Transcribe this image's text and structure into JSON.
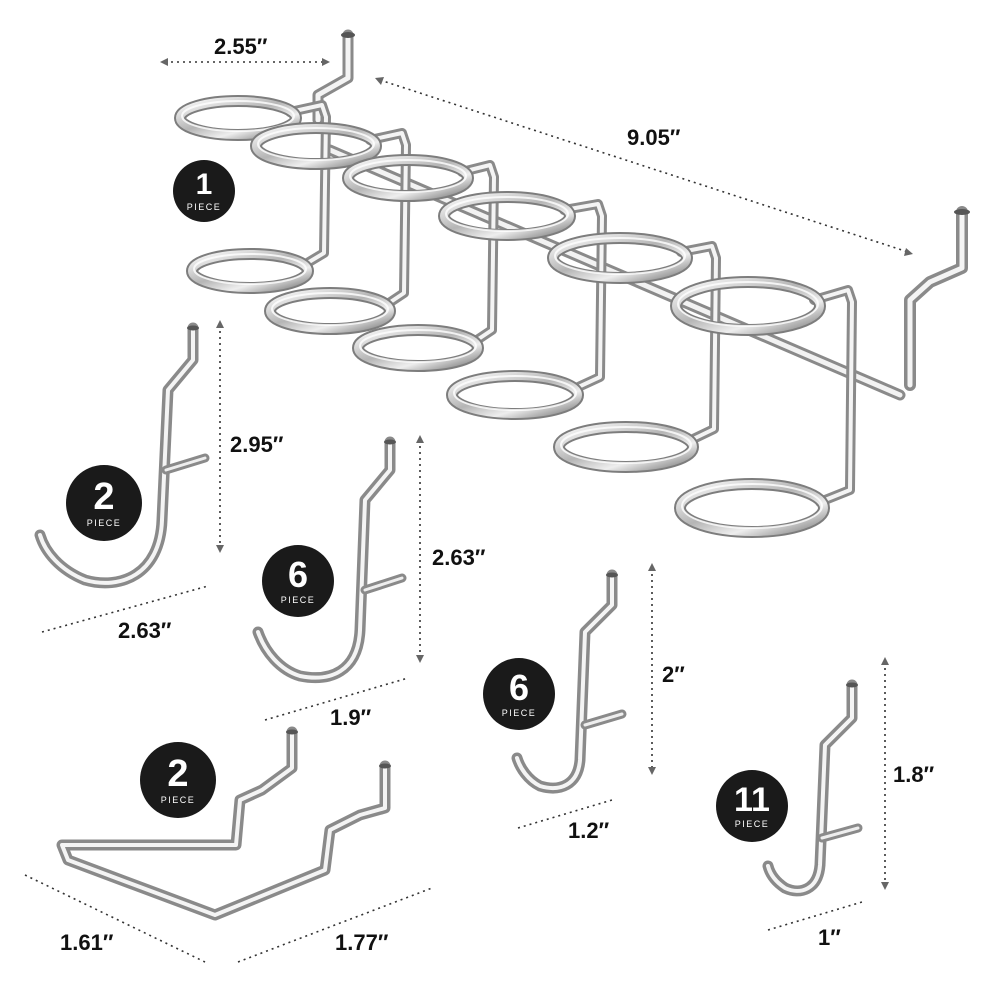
{
  "products": [
    {
      "id": "rack",
      "count": "1",
      "unit": "PIECE",
      "dimensions": [
        "2.55″",
        "9.05″"
      ]
    },
    {
      "id": "large-j-hook",
      "count": "2",
      "unit": "PIECE",
      "dimensions": [
        "2.95″",
        "2.63″"
      ]
    },
    {
      "id": "medium-j-hook",
      "count": "6",
      "unit": "PIECE",
      "dimensions": [
        "2.63″",
        "1.9″"
      ]
    },
    {
      "id": "small-j-hook",
      "count": "6",
      "unit": "PIECE",
      "dimensions": [
        "2″",
        "1.2″"
      ]
    },
    {
      "id": "tiny-j-hook",
      "count": "11",
      "unit": "PIECE",
      "dimensions": [
        "1.8″",
        "1″"
      ]
    },
    {
      "id": "bent-hook",
      "count": "2",
      "unit": "PIECE",
      "dimensions": [
        "1.61″",
        "1.77″"
      ]
    }
  ],
  "colors": {
    "badge": "#1a1a1a",
    "metal_light": "#f4f4f4",
    "metal_dark": "#8a8a8a",
    "dim_line": "#333333"
  }
}
